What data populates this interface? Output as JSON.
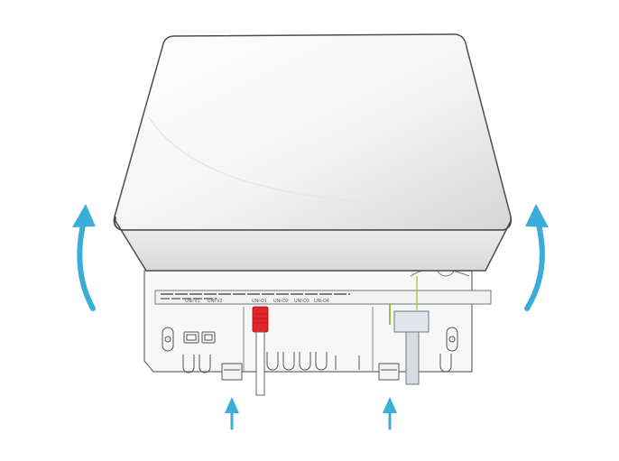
{
  "diagram": {
    "port_labels": [
      {
        "id": "uni-v1",
        "text": "UNI-V1"
      },
      {
        "id": "uni-v2",
        "text": "UNI-V2"
      },
      {
        "id": "uni-d1",
        "text": "UNI-D1"
      },
      {
        "id": "uni-d2",
        "text": "UNI-D2"
      },
      {
        "id": "uni-d3",
        "text": "UNI-D3"
      },
      {
        "id": "uni-d4",
        "text": "UNI-D4"
      }
    ],
    "icons": {
      "lift-arrows": "curved-up-arrow-icon",
      "clip-arrows": "straight-up-arrow-icon"
    },
    "colors": {
      "arrow": "#3aaed8",
      "ethernet_plug": "#e3262b",
      "fiber_accent": "#9ac53c"
    }
  }
}
